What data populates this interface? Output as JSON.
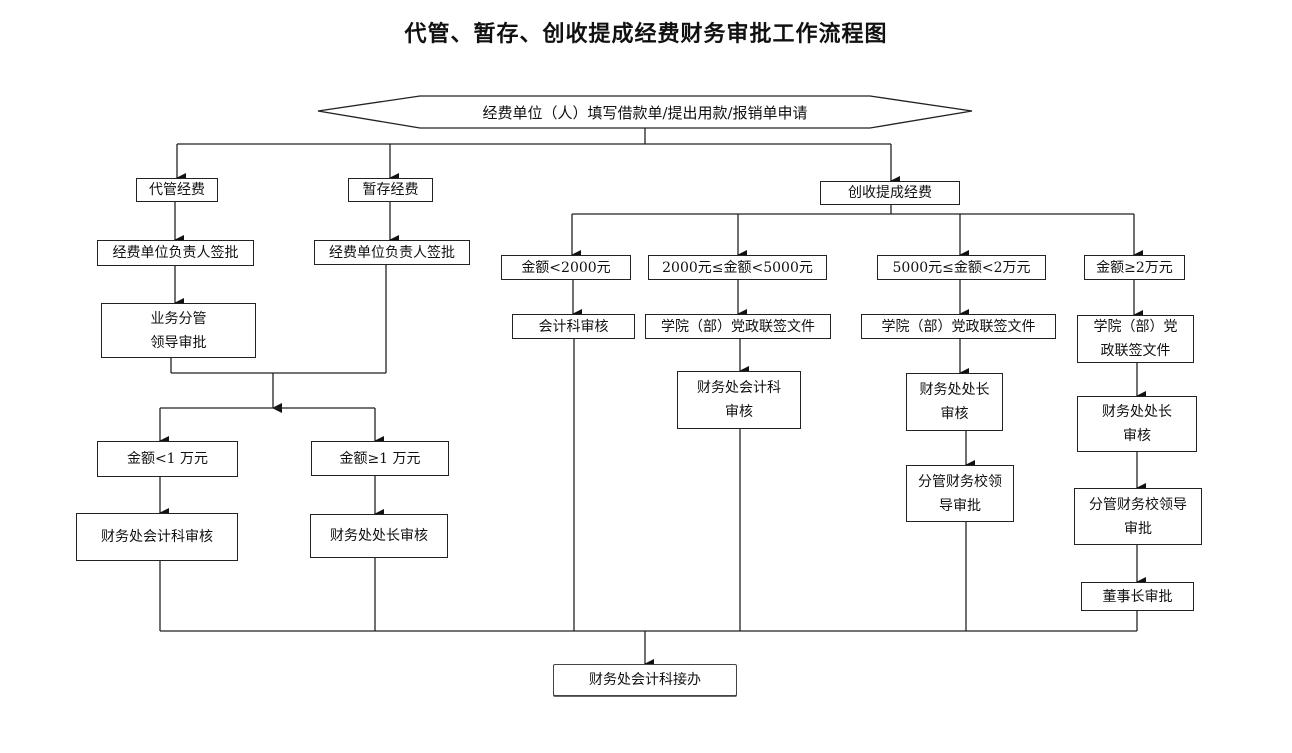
{
  "title": "代管、暂存、创收提成经费财务审批工作流程图",
  "start": {
    "label": "经费单位（人）填写借款单/提出用款/报销单申请",
    "shape": "hexagon"
  },
  "branches": {
    "daiguan": {
      "label": "代管经费",
      "steps": [
        "经费单位负责人签批",
        "业务分管\n领导审批"
      ]
    },
    "zancun": {
      "label": "暂存经费",
      "steps": [
        "经费单位负责人签批"
      ]
    },
    "merge_left": {
      "conditions": [
        {
          "label": "金额<1 万元",
          "step": "财务处会计科审核"
        },
        {
          "label": "金额≥1 万元",
          "step": "财务处处长审核"
        }
      ]
    },
    "chuangshou": {
      "label": "创收提成经费",
      "conditions": [
        {
          "label": "金额<2000元",
          "steps": [
            "会计科审核"
          ]
        },
        {
          "label": "2000元≤金额<5000元",
          "steps": [
            "学院（部）党政联签文件",
            "财务处会计科\n审核"
          ]
        },
        {
          "label": "5000元≤金额<2万元",
          "steps": [
            "学院（部）党政联签文件",
            "财务处处长\n审核",
            "分管财务校领\n导审批"
          ]
        },
        {
          "label": "金额≥2万元",
          "steps": [
            "学院（部）党\n政联签文件",
            "财务处处长\n审核",
            "分管财务校领导\n审批",
            "董事长审批"
          ]
        }
      ]
    }
  },
  "end": {
    "label": "财务处会计科接办"
  },
  "colors": {
    "line": "#222222",
    "background": "#ffffff",
    "text": "#111111"
  }
}
